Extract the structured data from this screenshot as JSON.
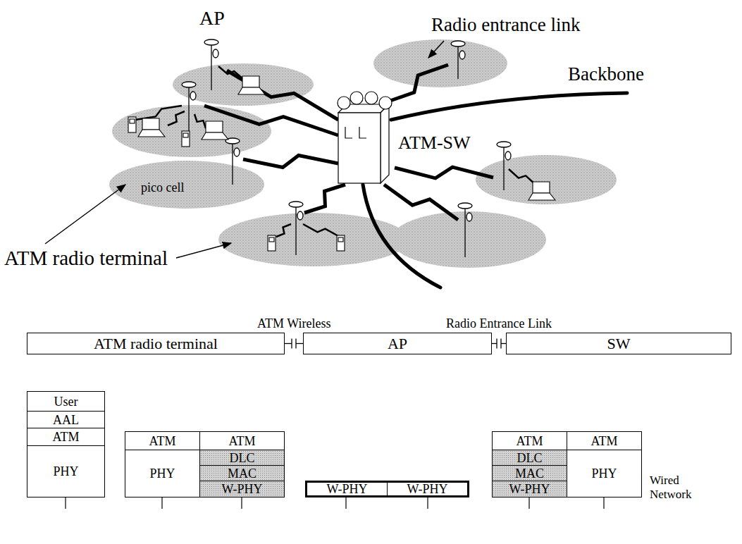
{
  "diagram": {
    "nodes": [
      {
        "text": [
          "ATM radio terminal"
        ]
      },
      {
        "text": [
          "AP"
        ]
      },
      {
        "text": [
          "SW"
        ]
      },
      {
        "text": [
          "User"
        ]
      },
      {
        "text": [
          "AAL"
        ]
      },
      {
        "text": [
          "ATM"
        ]
      },
      {
        "text": [
          "PHY"
        ]
      },
      {
        "text": [
          "ATM"
        ]
      },
      {
        "text": [
          "PHY"
        ]
      },
      {
        "text": [
          "ATM"
        ]
      },
      {
        "text": [
          "DLC"
        ]
      },
      {
        "text": [
          "MAC"
        ]
      },
      {
        "text": [
          "W-PHY"
        ]
      },
      {
        "text": [
          "W-PHY"
        ]
      },
      {
        "text": [
          "W-PHY"
        ]
      },
      {
        "text": [
          "ATM"
        ]
      },
      {
        "text": [
          "DLC"
        ]
      },
      {
        "text": [
          "MAC"
        ]
      },
      {
        "text": [
          "W-PHY"
        ]
      },
      {
        "text": [
          "ATM"
        ]
      },
      {
        "text": [
          "PHY"
        ]
      }
    ],
    "edges": [
      {
        "from": 0,
        "to": 1,
        "arrow": "none",
        "label": "ATM Wireless"
      },
      {
        "from": 1,
        "to": 2,
        "arrow": "none",
        "label": "Radio Entrance Link"
      }
    ],
    "labels": [
      "AP",
      "Radio entrance link",
      "Backbone",
      "ATM-SW",
      "pico cell",
      "ATM radio terminal",
      "Wired Network"
    ]
  }
}
